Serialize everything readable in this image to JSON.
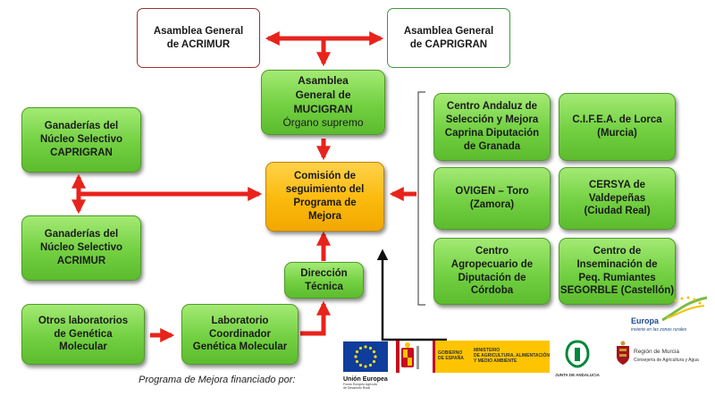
{
  "boxes": {
    "acrimur": "Asamblea General\nde ACRIMUR",
    "caprigran": "Asamblea General\nde CAPRIGRAN",
    "mucigran": "Asamblea\nGeneral de\nMUCIGRAN",
    "mucigran_sub": "Órgano supremo",
    "nucleo_caprigran": "Ganaderías del\nNúcleo Selectivo\nCAPRIGRAN",
    "nucleo_acrimur": "Ganaderías del\nNúcleo Selectivo\nACRIMUR",
    "comision": "Comisión de\nseguimiento del\nPrograma de\nMejora",
    "direccion": "Dirección\nTécnica",
    "otros_lab": "Otros laboratorios\nde Genética\nMolecular",
    "lab_coord": "Laboratorio\nCoordinador\nGenética Molecular",
    "centro_andaluz": "Centro Andaluz de\nSelección y Mejora\nCaprina Diputación\nde Granada",
    "cifea": "C.I.F.E.A. de Lorca\n(Murcia)",
    "ovigen": "OVIGEN – Toro\n(Zamora)",
    "cersya": "CERSYA de\nValdepeñas\n(Ciudad Real)",
    "cordoba": "Centro\nAgropecuario de\nDiputación de\nCórdoba",
    "inseminacion": "Centro de\nInseminación de\nPeq. Rumiantes",
    "inseminacion_sub": "SEGORBLE (Castellón)"
  },
  "footer": {
    "financiado": "Programa de Mejora financiado por:",
    "ue_title": "Unión Europea",
    "ue_sub": "Fondo Europeo Agrícola\nde Desarrollo Rural",
    "gobierno": "GOBIERNO\nDE ESPAÑA",
    "ministerio": "MINISTERIO\nDE AGRICULTURA, ALIMENTACIÓN\nY MEDIO AMBIENTE",
    "junta": "JUNTA DE ANDALUCIA",
    "murcia_title": "Región de Murcia",
    "murcia_sub": "Consejería de Agricultura y Agua",
    "europa_title": "Europa",
    "europa_sub": "invierte en las zonas rurales"
  },
  "colors": {
    "arrow_red": "#e8231c",
    "box_green": "#72d041",
    "box_gold": "#fbb90c",
    "eu_blue": "#0e3d9c",
    "eu_star": "#ffdd00",
    "spain_red": "#c60b1e",
    "spain_yellow": "#ffc400",
    "andalucia_green": "#00873a",
    "murcia_red": "#a3131b"
  }
}
